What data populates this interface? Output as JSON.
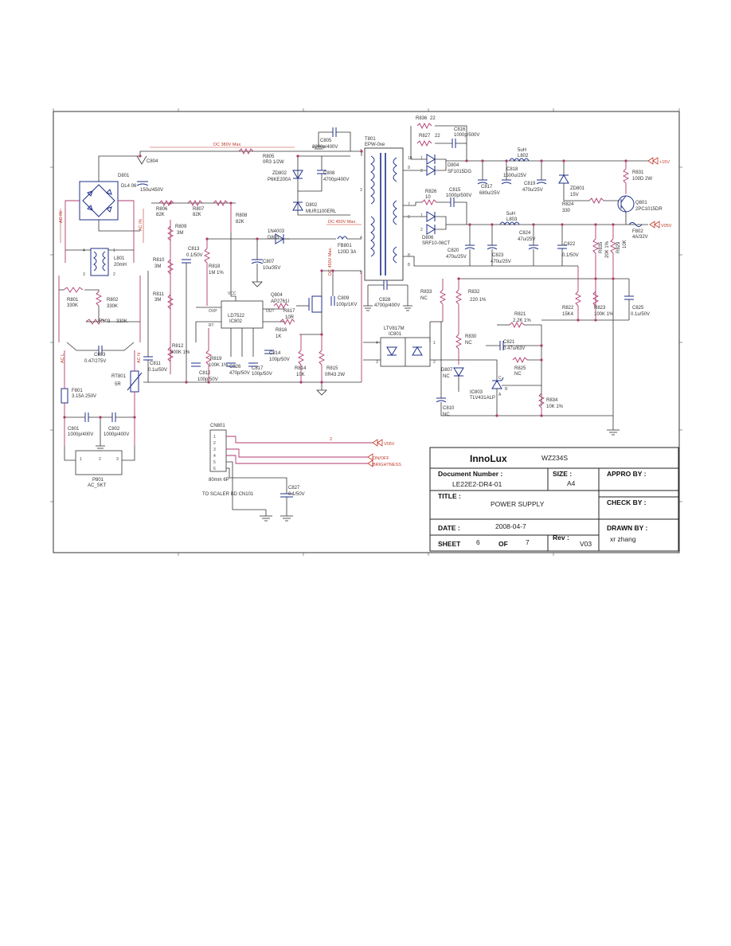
{
  "schematic": {
    "sheet_frame": "schematic-border",
    "net_labels": {
      "dc380": "DC 380V Max.",
      "dc450": "DC 450V Max.",
      "v15": "+15V",
      "v05": "V05V"
    },
    "components": {
      "d801": [
        "D801",
        "DL4 06"
      ],
      "c804": [
        "C804",
        "150u/450V"
      ],
      "c805": [
        "C805",
        "2200p/400V"
      ],
      "r805": [
        "R805",
        "0R3 1/2W"
      ],
      "t801": [
        "T801",
        "EPW-0xe"
      ],
      "c808": [
        "C808",
        "4700p/400V"
      ],
      "zd802": [
        "ZD802",
        "P6KE200A"
      ],
      "d802": [
        "D802",
        "MUR1100ERL"
      ],
      "r806": [
        "R806",
        "82K"
      ],
      "r807": [
        "R807",
        "82K"
      ],
      "r808": [
        "R808",
        "82K"
      ],
      "r809": [
        "R809",
        "3M"
      ],
      "r810": [
        "R810",
        "3M"
      ],
      "r811": [
        "R811",
        "3M"
      ],
      "r812": [
        "R812",
        "300K 1%"
      ],
      "c811": [
        "C811",
        "0.1u/50V"
      ],
      "c813": [
        "C813",
        "0.1/50V"
      ],
      "r818": [
        "R818",
        "1M 1%"
      ],
      "c807": [
        "C807",
        "10u/35V"
      ],
      "d803": [
        "1N4003",
        "D803"
      ],
      "fb801": [
        "FB801",
        "120D 3A"
      ],
      "ic802": [
        "LD7522",
        "IC802"
      ],
      "q804": [
        "Q804",
        "AP2761I"
      ],
      "r817": [
        "R817",
        "10R"
      ],
      "r816": [
        "R816",
        "1K"
      ],
      "c809": [
        "C809",
        "100p/1KV"
      ],
      "r814": [
        "R814",
        "10K"
      ],
      "r815": [
        "R815",
        "0R43 2W"
      ],
      "c812": [
        "C812",
        "100p/50V"
      ],
      "r819": [
        "R819",
        "100K 1%"
      ],
      "c826": [
        "C826",
        "470p/50V"
      ],
      "c814": [
        "C814",
        "100p/50V"
      ],
      "c828": [
        "C828",
        "4700p/400V"
      ],
      "r801": [
        "R801",
        "330K"
      ],
      "r802": [
        "R802",
        "330K"
      ],
      "r803": [
        "R803",
        "330K"
      ],
      "l801": [
        "L801",
        "20mH"
      ],
      "c803": [
        "C803",
        "0.47/275V"
      ],
      "rt801": [
        "RT801",
        "5R"
      ],
      "f801": [
        "F801",
        "3.15A 250V"
      ],
      "c801": [
        "C801",
        "1000p/400V"
      ],
      "c802": [
        "C802",
        "1000p/400V"
      ],
      "p801": [
        "P801",
        "AC_SKT"
      ],
      "r836": [
        "R836",
        "22"
      ],
      "r827": [
        "R827",
        "22"
      ],
      "c816": [
        "C816",
        "1000p/500V"
      ],
      "d804": [
        "D804",
        "SF1015DG"
      ],
      "l802": [
        "L802",
        "5uH"
      ],
      "c818": [
        "C818",
        "1500u/25V"
      ],
      "c819": [
        "C819",
        "470u/25V"
      ],
      "zd801": [
        "ZD801",
        "15V"
      ],
      "r831": [
        "R831",
        "100D 2W"
      ],
      "q801": [
        "Q801",
        "2PC1015DR"
      ],
      "r826": [
        "R826",
        "10"
      ],
      "c815": [
        "C815",
        "1000p/500V"
      ],
      "c817": [
        "C817",
        "680u/25V"
      ],
      "d806": [
        "D806",
        "SRF10-06CT"
      ],
      "l803": [
        "L803",
        "5uH"
      ],
      "c824": [
        "C824",
        "47u/25V"
      ],
      "c822": [
        "C822",
        "0.1/50V"
      ],
      "c820": [
        "C820",
        "470u/25V"
      ],
      "c823": [
        "C823",
        "470u/25V"
      ],
      "r824": [
        "R824",
        "330"
      ],
      "f802": [
        "F802",
        "4A/32V"
      ],
      "r835": [
        "R835",
        "20K 1%"
      ],
      "r829": [
        "R829",
        "10K"
      ],
      "r833": [
        "R833",
        "NC"
      ],
      "r832": [
        "R832",
        "220 1%"
      ],
      "ic801": [
        "LTV817M",
        "IC801"
      ],
      "r822": [
        "R822",
        "15K4"
      ],
      "r823": [
        "R823",
        "100K 1%"
      ],
      "c825": [
        "C825",
        "0.1u/50V"
      ],
      "r821": [
        "R821",
        "2.2K 1%"
      ],
      "r830": [
        "R830",
        "NC"
      ],
      "c821": [
        "C821",
        "0.47u/63V"
      ],
      "d807": [
        "D807",
        "NC"
      ],
      "r825": [
        "R825",
        "NC"
      ],
      "ic803": [
        "IC803",
        "TLV431ALP"
      ],
      "r834": [
        "R834",
        "10K 1%"
      ],
      "c810": [
        "C810",
        "NC"
      ],
      "cn801": [
        "CN801",
        "80mm 6P"
      ],
      "c827": [
        "C827",
        "0.1/50V"
      ]
    },
    "connector": {
      "pin_label": "2",
      "v05": "V05V",
      "onoff": "ON/OFF",
      "bright": "BRIGHTNESS"
    },
    "to_scaler": "TO SCALER BD CN101"
  },
  "title_block": {
    "company": "InnoLux",
    "model": "WZ234S",
    "doc_number_label": "Document Number :",
    "doc_number": "LE22E2-DR4-01",
    "size_label": "SIZE :",
    "size": "A4",
    "appro_label": "APPRO BY :",
    "title_label": "TITLE :",
    "title": "POWER SUPPLY",
    "check_label": "CHECK BY :",
    "date_label": "DATE :",
    "date": "2008-04-7",
    "drawn_label": "DRAWN BY :",
    "drawn_by": "xr zhang",
    "sheet_label": "SHEET",
    "sheet": "6",
    "of_label": "OF",
    "of": "7",
    "rev_label": "Rev :",
    "rev": "V03"
  }
}
